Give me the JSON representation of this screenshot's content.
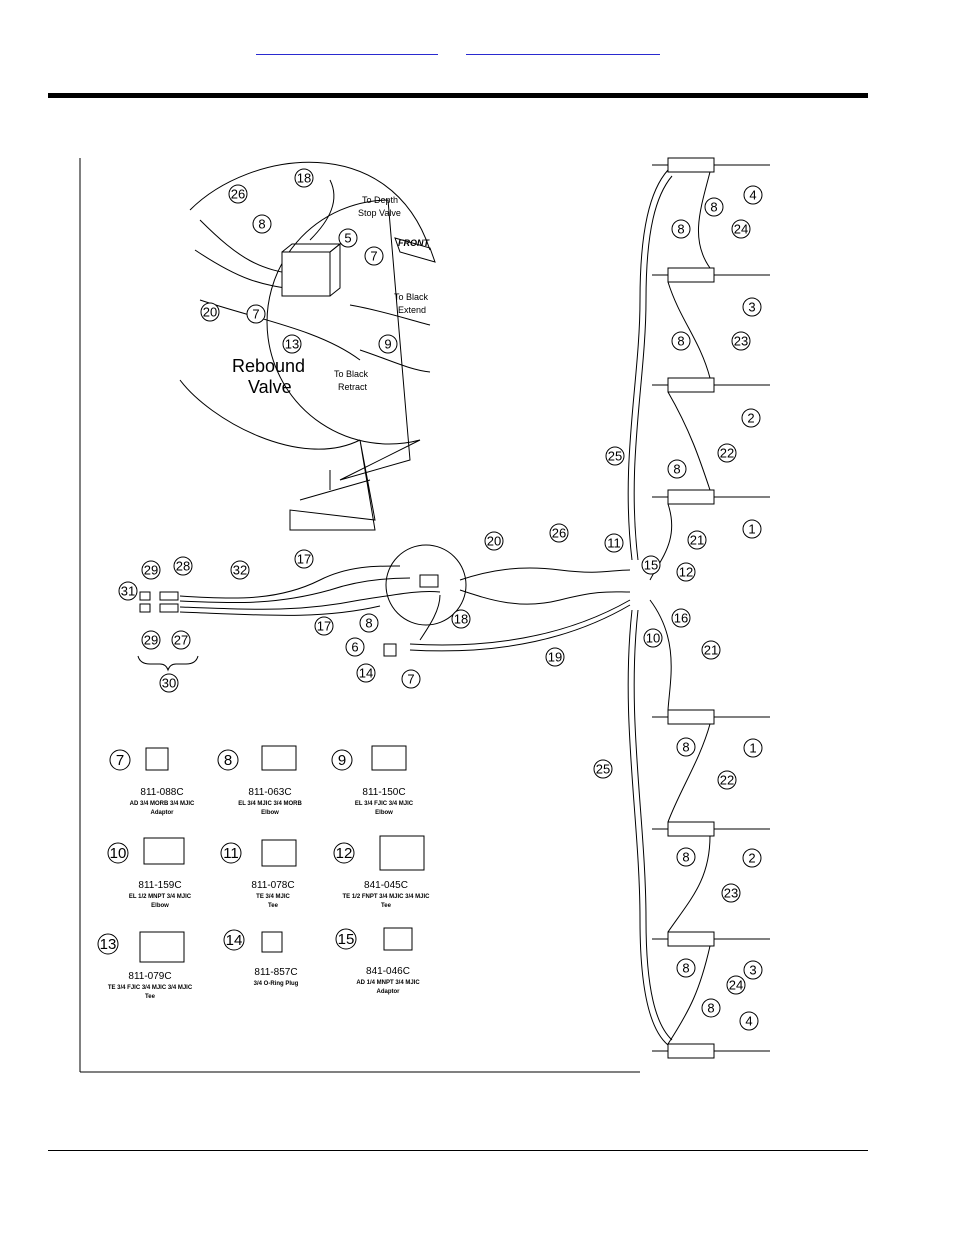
{
  "header": {
    "nav_links": [
      "",
      ""
    ]
  },
  "inset": {
    "title_line1": "Rebound",
    "title_line2": "Valve",
    "front_label": "FRONT",
    "notes": [
      {
        "id": "to-depth-stop",
        "lines": [
          "To Depth",
          "Stop Valve"
        ]
      },
      {
        "id": "to-black-extend",
        "lines": [
          "To Black",
          "Extend"
        ]
      },
      {
        "id": "to-black-retract",
        "lines": [
          "To Black",
          "Retract"
        ]
      }
    ]
  },
  "callouts": {
    "inset": [
      "26",
      "18",
      "8",
      "5",
      "7",
      "20",
      "7",
      "13",
      "9"
    ],
    "left_group": [
      "29",
      "28",
      "31",
      "32",
      "29",
      "27",
      "30"
    ],
    "center": [
      "17",
      "17",
      "20",
      "26",
      "18",
      "8",
      "6",
      "14",
      "7",
      "19",
      "11",
      "15",
      "12",
      "16",
      "10"
    ],
    "right_upper": [
      "8",
      "4",
      "8",
      "24",
      "3",
      "8",
      "23",
      "2",
      "25",
      "8",
      "22",
      "1",
      "21"
    ],
    "right_lower": [
      "21",
      "8",
      "1",
      "25",
      "22",
      "8",
      "2",
      "23",
      "8",
      "3",
      "24",
      "8",
      "4"
    ]
  },
  "parts": [
    {
      "num": "7",
      "pn": "811-088C",
      "desc1": "AD 3/4 MORB 3/4 MJIC",
      "desc2": "Adaptor"
    },
    {
      "num": "8",
      "pn": "811-063C",
      "desc1": "EL 3/4 MJIC 3/4 MORB",
      "desc2": "Elbow"
    },
    {
      "num": "9",
      "pn": "811-150C",
      "desc1": "EL 3/4 FJIC 3/4 MJIC",
      "desc2": "Elbow"
    },
    {
      "num": "10",
      "pn": "811-159C",
      "desc1": "EL 1/2 MNPT 3/4 MJIC",
      "desc2": "Elbow"
    },
    {
      "num": "11",
      "pn": "811-078C",
      "desc1": "TE 3/4 MJIC",
      "desc2": "Tee"
    },
    {
      "num": "12",
      "pn": "841-045C",
      "desc1": "TE 1/2 FNPT 3/4 MJIC 3/4 MJIC",
      "desc2": "Tee"
    },
    {
      "num": "13",
      "pn": "811-079C",
      "desc1": "TE 3/4 FJIC 3/4 MJIC 3/4 MJIC",
      "desc2": "Tee"
    },
    {
      "num": "14",
      "pn": "811-857C",
      "desc1": "3/4 O-Ring Plug",
      "desc2": ""
    },
    {
      "num": "15",
      "pn": "841-046C",
      "desc1": "AD 1/4 MNPT 3/4 MJIC",
      "desc2": "Adaptor"
    }
  ]
}
